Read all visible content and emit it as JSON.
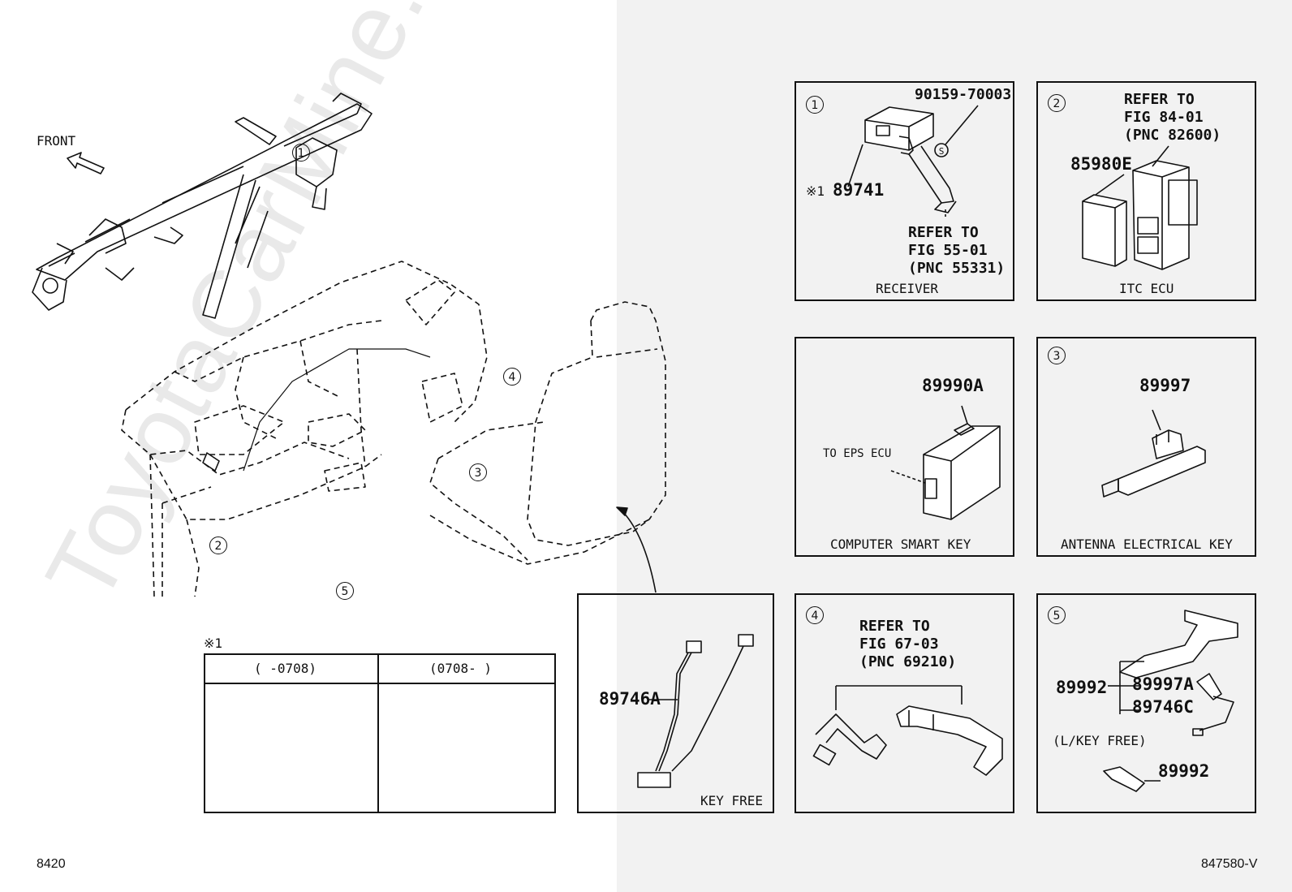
{
  "watermark": "ToyotaCarMine.ru",
  "front_label": "FRONT",
  "circles": {
    "c1": "1",
    "c2": "2",
    "c3": "3",
    "c4": "4",
    "c5": "5"
  },
  "note_marker": "※1",
  "panels": {
    "receiver": {
      "part_top": "90159-70003",
      "part_main": "89741",
      "note_prefix": "※1",
      "s_mark": "S",
      "refer": [
        "REFER TO",
        "FIG 55-01",
        "(PNC 55331)"
      ],
      "caption": "RECEIVER"
    },
    "itc_ecu": {
      "refer": [
        "REFER TO",
        "FIG 84-01",
        "(PNC 82600)"
      ],
      "part_main": "85980E",
      "caption": "ITC ECU"
    },
    "smart_key": {
      "part_main": "89990A",
      "to_label": "TO EPS ECU",
      "caption": "COMPUTER SMART KEY"
    },
    "antenna": {
      "part_main": "89997",
      "caption": "ANTENNA ELECTRICAL KEY"
    },
    "door_handle": {
      "refer": [
        "REFER TO",
        "FIG 67-03",
        "(PNC 69210)"
      ]
    },
    "key_parts": {
      "part_group": "89992",
      "part_a": "89997A",
      "part_c": "89746C",
      "lkey_label": "(L/KEY FREE)",
      "part_bottom": "89992"
    },
    "key_free": {
      "part_main": "89746A",
      "caption": "KEY FREE"
    },
    "variants": {
      "col1": "(    -0708)",
      "col2": "(0708-    )"
    }
  },
  "footer": {
    "left_code": "8420",
    "right_code": "847580-V"
  }
}
